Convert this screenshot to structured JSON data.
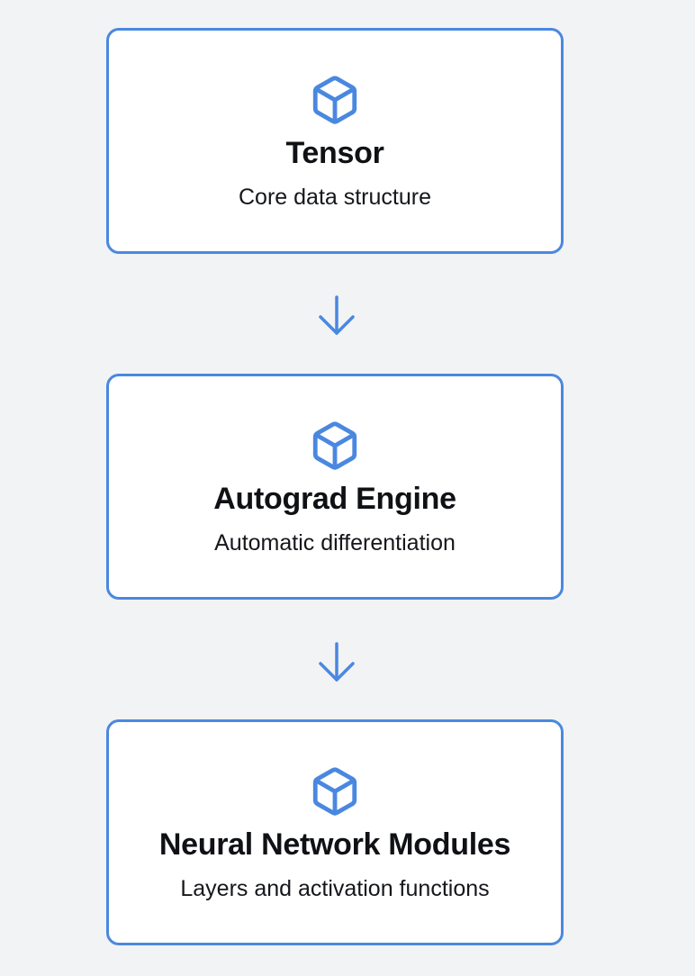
{
  "diagram": {
    "accent_color": "#4a88e0",
    "nodes": [
      {
        "icon": "cube-icon",
        "title": "Tensor",
        "subtitle": "Core data structure"
      },
      {
        "icon": "cube-icon",
        "title": "Autograd Engine",
        "subtitle": "Automatic differentiation"
      },
      {
        "icon": "cube-icon",
        "title": "Neural Network Modules",
        "subtitle": "Layers and activation functions"
      }
    ],
    "edges": [
      {
        "from": "Tensor",
        "to": "Autograd Engine",
        "icon": "arrow-down-icon"
      },
      {
        "from": "Autograd Engine",
        "to": "Neural Network Modules",
        "icon": "arrow-down-icon"
      }
    ]
  }
}
